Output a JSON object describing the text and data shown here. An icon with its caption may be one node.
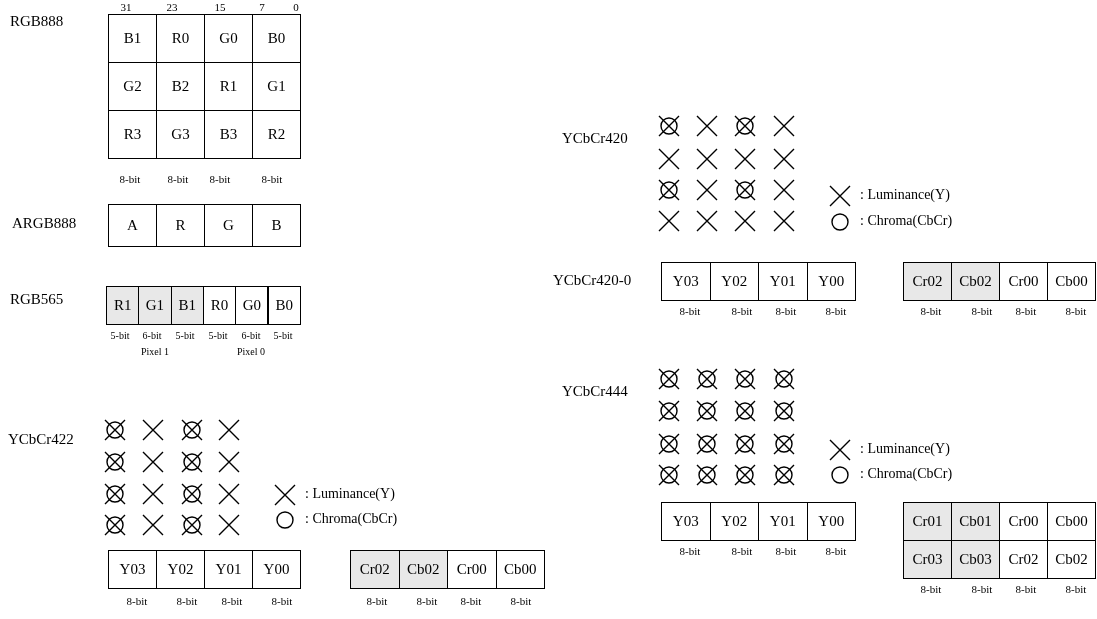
{
  "diagram": {
    "nodes": [
      {
        "text": [
          "B1"
        ]
      },
      {
        "text": [
          "R0"
        ]
      },
      {
        "text": [
          "G0"
        ]
      },
      {
        "text": [
          "B0"
        ]
      },
      {
        "text": [
          "G2"
        ]
      },
      {
        "text": [
          "B2"
        ]
      },
      {
        "text": [
          "R1"
        ]
      },
      {
        "text": [
          "G1"
        ]
      },
      {
        "text": [
          "R3"
        ]
      },
      {
        "text": [
          "G3"
        ]
      },
      {
        "text": [
          "B3"
        ]
      },
      {
        "text": [
          "R2"
        ]
      },
      {
        "text": [
          "A"
        ]
      },
      {
        "text": [
          "R"
        ]
      },
      {
        "text": [
          "G"
        ]
      },
      {
        "text": [
          "B"
        ]
      },
      {
        "text": [
          "R1"
        ]
      },
      {
        "text": [
          "G1"
        ]
      },
      {
        "text": [
          "B1"
        ]
      },
      {
        "text": [
          "R0"
        ]
      },
      {
        "text": [
          "G0"
        ]
      },
      {
        "text": [
          "B0"
        ]
      },
      {
        "text": [
          "Y03"
        ]
      },
      {
        "text": [
          "Y02"
        ]
      },
      {
        "text": [
          "Y01"
        ]
      },
      {
        "text": [
          "Y00"
        ]
      },
      {
        "text": [
          "Cr02"
        ]
      },
      {
        "text": [
          "Cb02"
        ]
      },
      {
        "text": [
          "Cr00"
        ]
      },
      {
        "text": [
          "Cb00"
        ]
      },
      {
        "text": [
          "Y03"
        ]
      },
      {
        "text": [
          "Y02"
        ]
      },
      {
        "text": [
          "Y01"
        ]
      },
      {
        "text": [
          "Y00"
        ]
      },
      {
        "text": [
          "Cr02"
        ]
      },
      {
        "text": [
          "Cb02"
        ]
      },
      {
        "text": [
          "Cr00"
        ]
      },
      {
        "text": [
          "Cb00"
        ]
      },
      {
        "text": [
          "Y03"
        ]
      },
      {
        "text": [
          "Y02"
        ]
      },
      {
        "text": [
          "Y01"
        ]
      },
      {
        "text": [
          "Y00"
        ]
      },
      {
        "text": [
          "Cr01"
        ]
      },
      {
        "text": [
          "Cb01"
        ]
      },
      {
        "text": [
          "Cr00"
        ]
      },
      {
        "text": [
          "Cb00"
        ]
      },
      {
        "text": [
          "Cr03"
        ]
      },
      {
        "text": [
          "Cb03"
        ]
      },
      {
        "text": [
          "Cr02"
        ]
      },
      {
        "text": [
          "Cb02"
        ]
      }
    ],
    "labels": [
      "31",
      "23",
      "15",
      "7",
      "0",
      "RGB888",
      "8-bit",
      "8-bit",
      "8-bit",
      "8-bit",
      "ARGB888",
      "RGB565",
      "5-bit",
      "6-bit",
      "5-bit",
      "5-bit",
      "6-bit",
      "5-bit",
      "Pixel 1",
      "Pixel 0",
      "YCbCr422",
      "8-bit",
      "8-bit",
      "8-bit",
      "8-bit",
      "8-bit",
      "8-bit",
      "8-bit",
      "8-bit",
      "YCbCr420",
      "YCbCr420-0",
      "8-bit",
      "8-bit",
      "8-bit",
      "8-bit",
      "8-bit",
      "8-bit",
      "8-bit",
      "8-bit",
      "YCbCr444",
      "8-bit",
      "8-bit",
      "8-bit",
      "8-bit",
      "8-bit",
      "8-bit",
      "8-bit",
      "8-bit"
    ],
    "legend": [
      {
        "text": ": Luminance(Y)"
      },
      {
        "text": ": Chroma(CbCr)"
      },
      {
        "text": ": Luminance(Y)"
      },
      {
        "text": ": Chroma(CbCr)"
      },
      {
        "text": ": Luminance(Y)"
      },
      {
        "text": ": Chroma(CbCr)"
      }
    ]
  }
}
